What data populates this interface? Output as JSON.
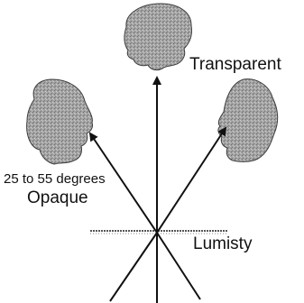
{
  "labels": {
    "transparent": "Transparent",
    "angle_range": "25 to 55 degrees",
    "opaque": "Opaque",
    "lumisty": "Lumisty"
  },
  "colors": {
    "head_fill": "#9a9a9a",
    "head_stroke": "#3c3c3c",
    "line": "#111111",
    "film": "#555555"
  },
  "icons": [
    "head-silhouette-icon",
    "arrow-icon"
  ]
}
